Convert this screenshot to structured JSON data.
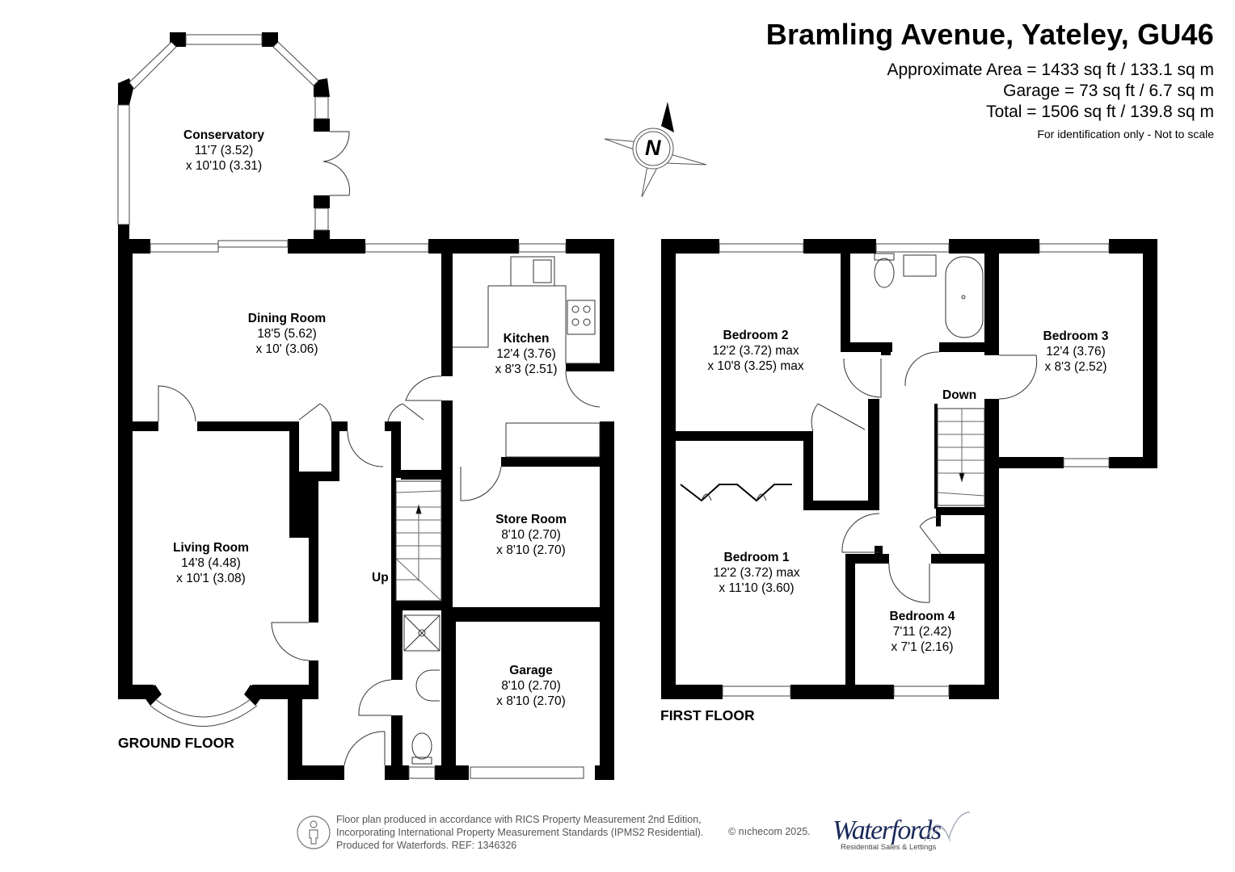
{
  "header": {
    "title": "Bramling Avenue, Yateley, GU46",
    "approx_area": "Approximate Area = 1433 sq ft / 133.1 sq m",
    "garage_area": "Garage = 73 sq ft / 6.7 sq m",
    "total_area": "Total = 1506 sq ft / 139.8 sq m",
    "disclaimer": "For identification only - Not to scale"
  },
  "compass": {
    "icon": "north-compass-icon",
    "letter": "N"
  },
  "ground_floor": {
    "label": "GROUND FLOOR",
    "stairs_label": "Up",
    "rooms": [
      {
        "name": "Conservatory",
        "dim1": "11'7 (3.52)",
        "dim2": "x 10'10 (3.31)"
      },
      {
        "name": "Dining Room",
        "dim1": "18'5 (5.62)",
        "dim2": "x 10' (3.06)"
      },
      {
        "name": "Kitchen",
        "dim1": "12'4 (3.76)",
        "dim2": "x 8'3 (2.51)"
      },
      {
        "name": "Living Room",
        "dim1": "14'8 (4.48)",
        "dim2": "x 10'1 (3.08)"
      },
      {
        "name": "Store Room",
        "dim1": "8'10 (2.70)",
        "dim2": "x 8'10 (2.70)"
      },
      {
        "name": "Garage",
        "dim1": "8'10 (2.70)",
        "dim2": "x 8'10 (2.70)"
      }
    ]
  },
  "first_floor": {
    "label": "FIRST FLOOR",
    "stairs_label": "Down",
    "rooms": [
      {
        "name": "Bedroom 2",
        "dim1": "12'2 (3.72) max",
        "dim2": "x 10'8 (3.25) max"
      },
      {
        "name": "Bedroom 3",
        "dim1": "12'4 (3.76)",
        "dim2": "x 8'3 (2.52)"
      },
      {
        "name": "Bedroom 1",
        "dim1": "12'2 (3.72) max",
        "dim2": "x 11'10 (3.60)"
      },
      {
        "name": "Bedroom 4",
        "dim1": "7'11 (2.42)",
        "dim2": "x 7'1 (2.16)"
      }
    ]
  },
  "footer": {
    "line1": "Floor plan produced in accordance with RICS Property Measurement 2nd Edition,",
    "line2": "Incorporating International Property Measurement Standards (IPMS2 Residential).",
    "line3": "Produced for Waterfords.   REF:  1346326",
    "copyright": "© nıchecom 2025.",
    "brand_name": "Waterfords",
    "brand_tagline": "Residential Sales & Lettings"
  }
}
